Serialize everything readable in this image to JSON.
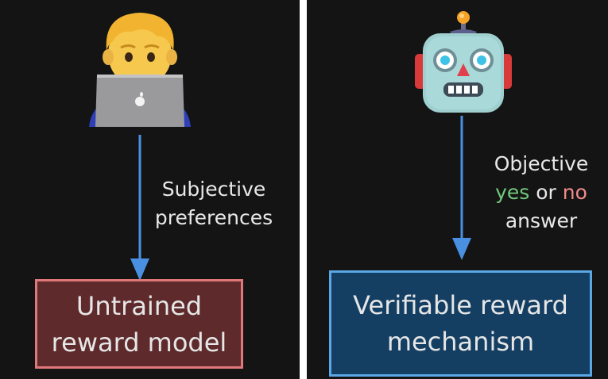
{
  "left": {
    "label_lines": [
      "Subjective",
      "preferences"
    ],
    "box_lines": [
      "Untrained",
      "reward model"
    ]
  },
  "right": {
    "label_line1": "Objective",
    "label_yes": "yes",
    "label_or": " or ",
    "label_no": "no",
    "label_line3": "answer",
    "box_lines": [
      "Verifiable reward",
      "mechanism"
    ]
  },
  "icons": {
    "left": "person-with-laptop-icon",
    "right": "robot-icon"
  },
  "colors": {
    "background": "#141414",
    "arrow": "#4a90e2",
    "untrained_fill": "#5e2a2c",
    "untrained_border": "#e0787b",
    "verifiable_fill": "#143f63",
    "verifiable_border": "#5aa7e6",
    "yes": "#72c87b",
    "no": "#f28a8a"
  }
}
